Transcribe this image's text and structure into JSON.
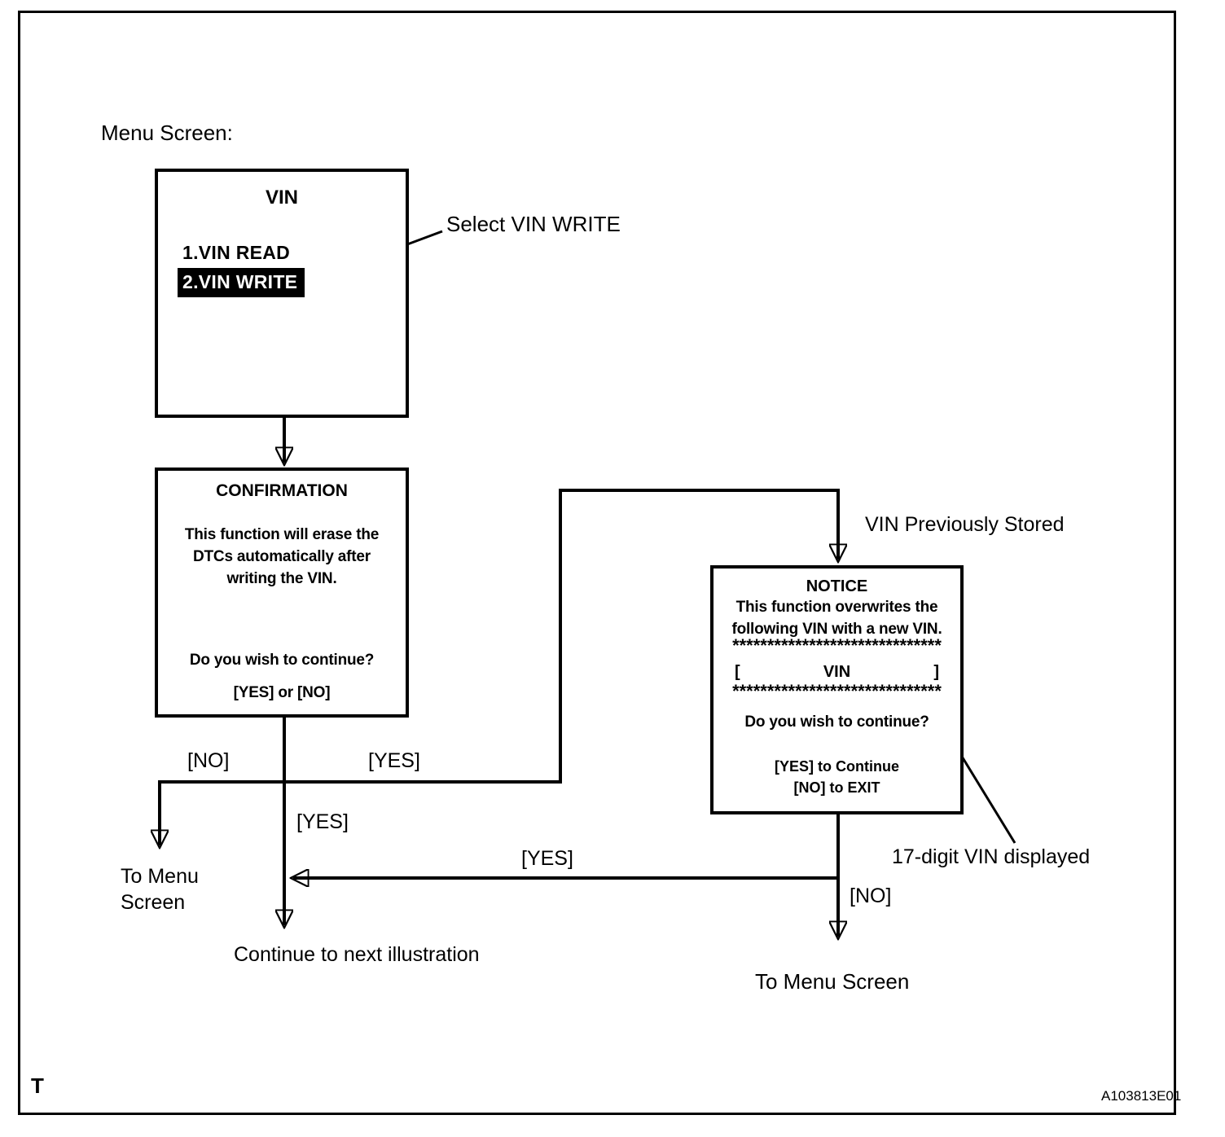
{
  "page": {
    "frame_label": "T",
    "drawing_number": "A103813E01"
  },
  "colors": {
    "ink": "#000000",
    "paper": "#ffffff"
  },
  "annotations": {
    "menu_screen": "Menu Screen:",
    "select_vin_write": "Select VIN WRITE",
    "vin_previously_stored": "VIN Previously Stored",
    "seventeen_digit_vin": "17-digit VIN displayed",
    "to_menu_left_line1": "To Menu",
    "to_menu_left_line2": "Screen",
    "continue_next": "Continue to next illustration",
    "to_menu_right": "To Menu Screen"
  },
  "branch_labels": {
    "confirmation_no": "[NO]",
    "confirmation_yes_right": "[YES]",
    "confirmation_yes_down": "[YES]",
    "notice_yes_return": "[YES]",
    "notice_no": "[NO]"
  },
  "vin_menu": {
    "title": "VIN",
    "item1": "1.VIN READ",
    "item2": "2.VIN WRITE"
  },
  "confirmation": {
    "title": "CONFIRMATION",
    "body": [
      "This function will erase the",
      "DTCs automatically after",
      "writing the VIN."
    ],
    "question": "Do you wish to continue?",
    "options": "[YES] or [NO]"
  },
  "notice": {
    "title": "NOTICE",
    "line1": "This function overwrites the",
    "line2": "following VIN with a new VIN.",
    "stars": "******************************",
    "bracket_open": "[",
    "vin_label": "VIN",
    "bracket_close": "]",
    "question": "Do you wish to continue?",
    "yes_instruction": "[YES] to Continue",
    "no_instruction": "[NO] to EXIT"
  }
}
